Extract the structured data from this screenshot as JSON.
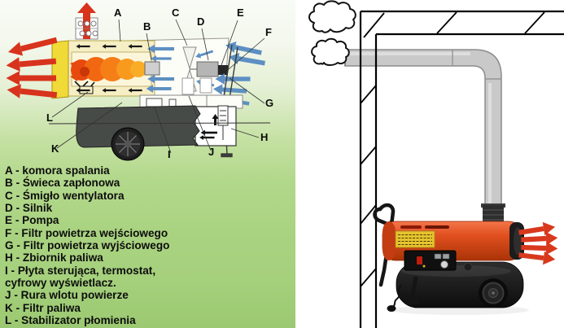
{
  "diagram": {
    "callouts": [
      "A",
      "B",
      "C",
      "D",
      "E",
      "F",
      "G",
      "H",
      "I",
      "J",
      "K",
      "L"
    ]
  },
  "legend": {
    "lines": [
      "A - komora spalania",
      "B - Świeca zapłonowa",
      "C - Śmigło wentylatora",
      "D - Silnik",
      "E - Pompa",
      "F - Filtr powietrza wejściowego",
      "G - Filtr powietrza wyjściowego",
      "H - Zbiornik paliwa",
      "I - Płyta sterująca, termostat,",
      "cyfrowy wyświetlacz.",
      "J - Rura wlotu powierze",
      "K - Filtr paliwa",
      "L - Stabilizator płomienia"
    ]
  },
  "colors": {
    "background_green": "#a5d07c",
    "hot_air_arrow_red": "#d8331c",
    "airflow_blue": "#5d8fc2",
    "flame_orange": "#f57f16",
    "chamber_cream": "#f6eec4",
    "front_face_yellow": "#f0da38",
    "fuel_tank_gray": "#474b47",
    "heater_body_red": "#db4518",
    "exhaust_pipe_gray": "#c9c9c9",
    "legend_text": "#0d0d0d"
  }
}
